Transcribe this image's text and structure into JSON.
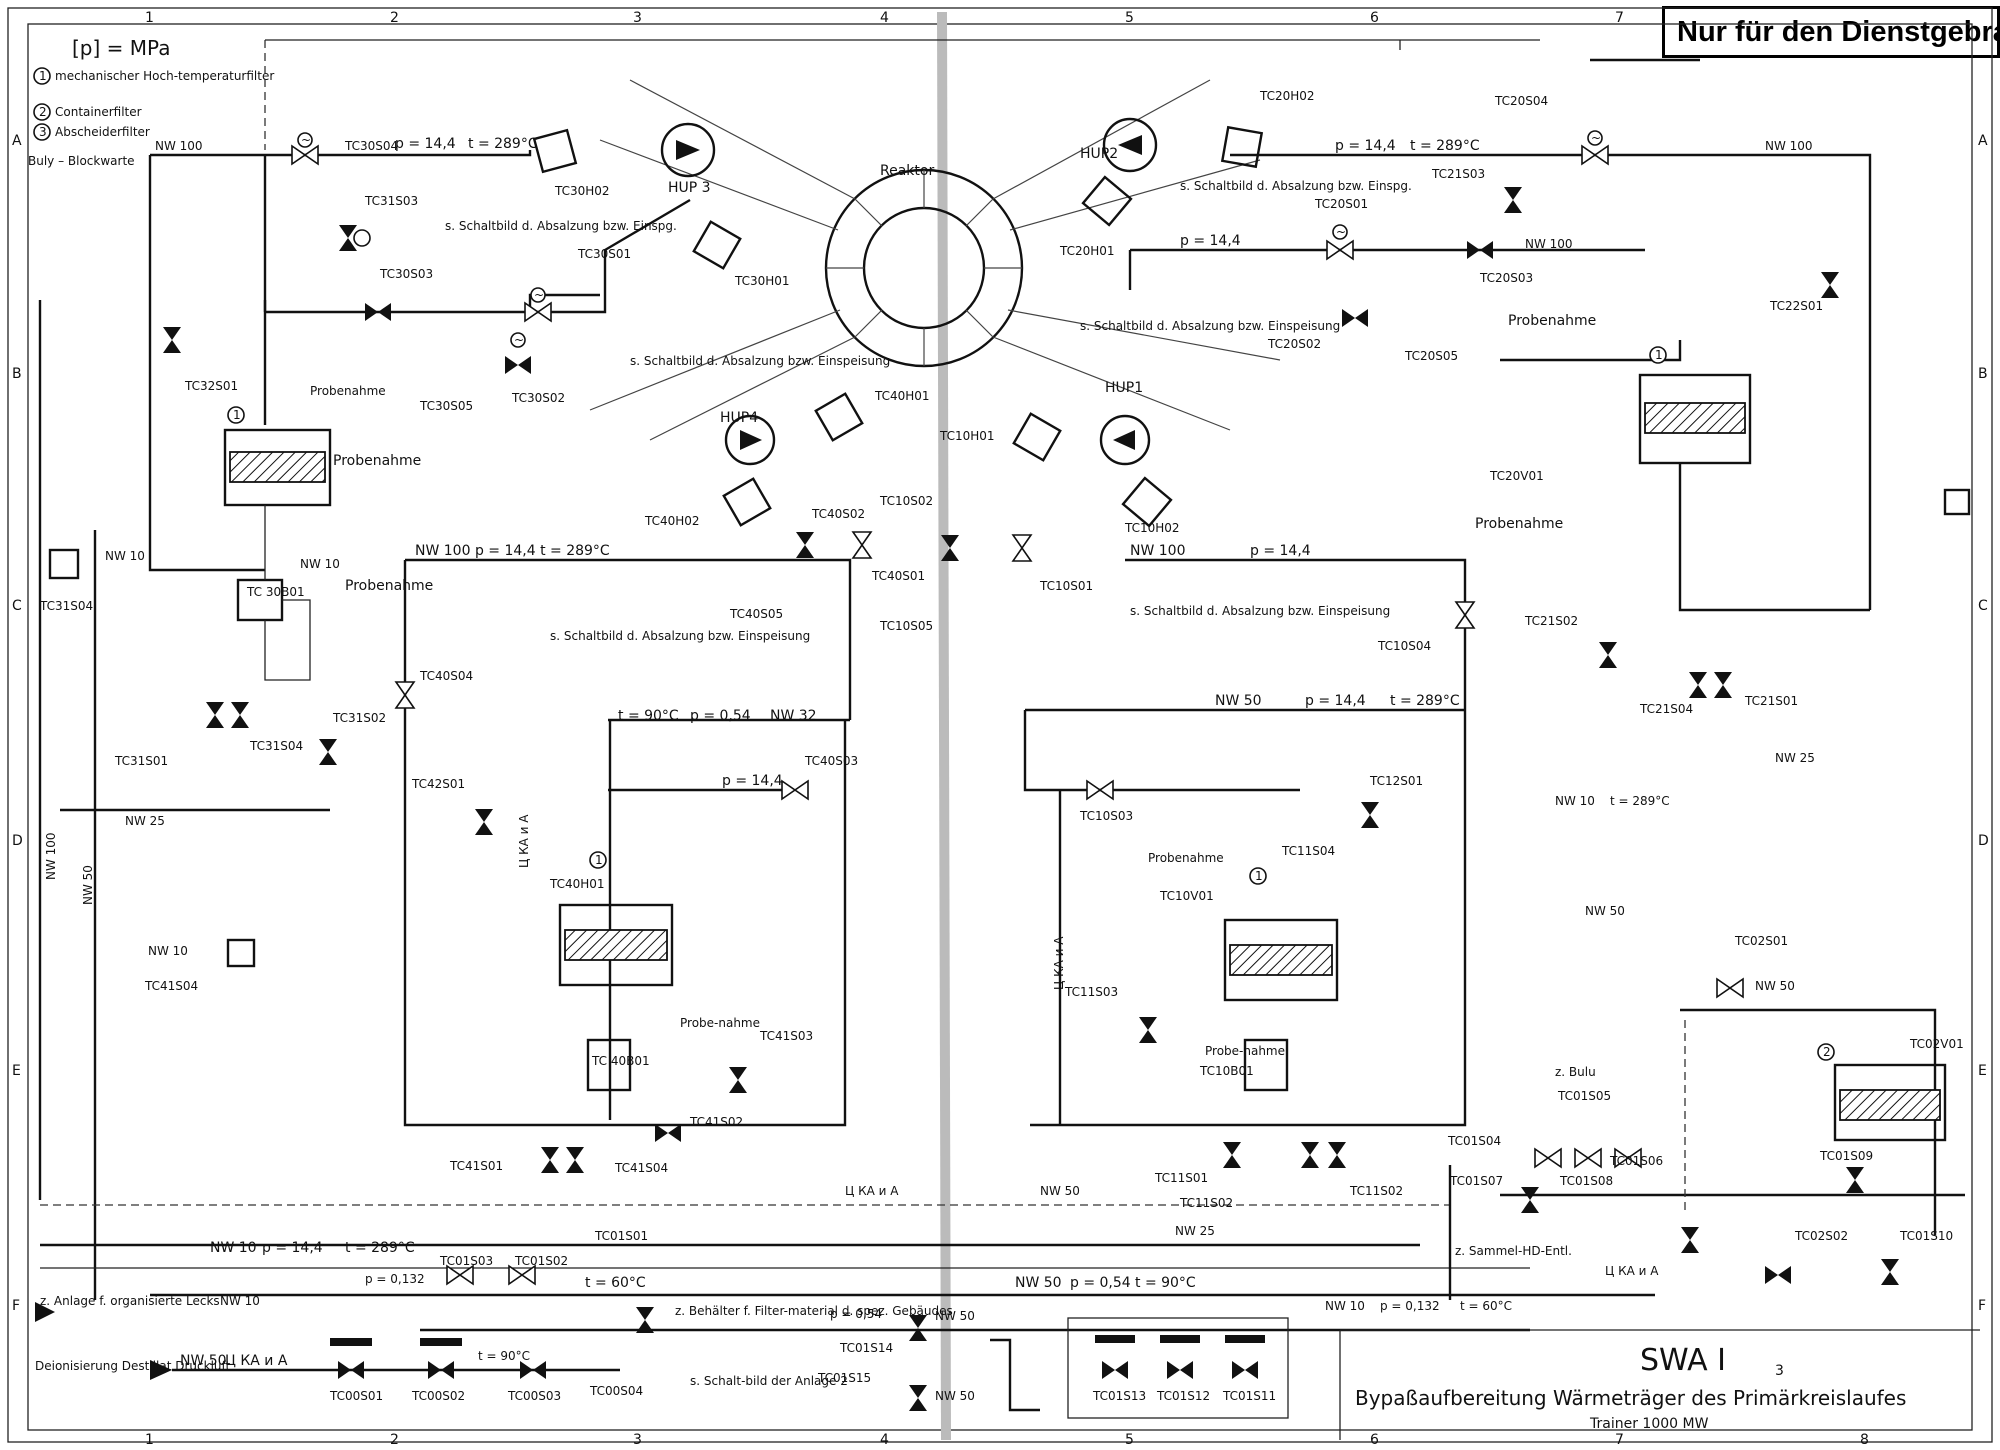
{
  "stamp": "Nur für den Dienstgebrauch",
  "grid": {
    "columns": [
      "1",
      "2",
      "3",
      "4",
      "5",
      "6",
      "7",
      "8"
    ],
    "rows": [
      "A",
      "B",
      "C",
      "D",
      "E",
      "F"
    ]
  },
  "legend": {
    "unit": "[p] = MPa",
    "items": [
      {
        "num": "1",
        "label": "mechanischer Hoch-temperaturfilter"
      },
      {
        "num": "2",
        "label": "Containerfilter"
      },
      {
        "num": "3",
        "label": "Abscheiderfilter"
      }
    ],
    "abbrev": "Bulу – Blockwarte"
  },
  "title_block": {
    "title": "SWA I",
    "sheet_no": "3",
    "subtitle": "Bypaßaufbereitung Wärmeträger des Primärkreislaufes",
    "trainer": "Trainer 1000 MW"
  },
  "pumps": {
    "hup1": "HUP1",
    "hup2": "HUP2",
    "hup3": "HUP 3",
    "hup4": "HUP4",
    "reactor": "Reaktor"
  },
  "loop_params": {
    "p_144": "p = 14,4",
    "t_289": "t = 289°C",
    "nw100": "NW 100",
    "nw50": "NW 50",
    "nw10": "NW 10",
    "nw25": "NW 25",
    "nw32": "NW 32",
    "t_90": "t = 90°C",
    "p_054": "p = 0,54",
    "p_0132": "p = 0,132",
    "t_60": "t = 60°C",
    "nw100_p": "NW 100  p = 14,4  t = 289°C"
  },
  "labels": {
    "tc30504": "TC30S04",
    "tc30h02": "TC30H02",
    "tc31s03": "TC31S03",
    "tc30s03": "TC30S03",
    "tc30s01": "TC30S01",
    "tc30h01": "TC30H01",
    "tc32s01": "TC32S01",
    "tc30s05": "TC30S05",
    "tc30s02": "TC30S02",
    "tc20h02": "TC20H02",
    "tc20h01": "TC20H01",
    "tc20s01": "TC20S01",
    "tc20s03": "TC20S03",
    "tc20s02": "TC20S02",
    "tc20s05": "TC20S05",
    "tc20s04": "TC20S04",
    "tc21s03": "TC21S03",
    "tc22s01": "TC22S01",
    "tc20v01": "TC20V01",
    "tc21s02": "TC21S02",
    "tc21s01": "TC21S01",
    "tc21s04": "TC21S04",
    "tc40h01": "TC40H01",
    "tc40h02": "TC40H02",
    "tc40s02": "TC40S02",
    "tc40s01": "TC40S01",
    "tc40s05": "TC40S05",
    "tc40s04": "TC40S04",
    "tc40s03": "TC40S03",
    "tc42s01": "TC42S01",
    "tc40h01b": "TC40H01",
    "tc41s04": "TC41S04",
    "tc41s03": "TC41S03",
    "tc41s02": "TC41S02",
    "tc41s01": "TC41S01",
    "tc40b01": "TC 40B01",
    "tc10h01": "TC10H01",
    "tc10s02": "TC10S02",
    "tc10s05": "TC10S05",
    "tc10s01": "TC10S01",
    "tc10h02": "TC10H02",
    "tc10s04": "TC10S04",
    "tc10s03": "TC10S03",
    "tc12s01": "TC12S01",
    "tc11s04": "TC11S04",
    "tc10v01": "TC10V01",
    "tc11s03": "TC11S03",
    "tc11s02": "TC11S02",
    "tc11s01": "TC11S01",
    "tc10b01": "TC10B01",
    "tc31s04": "TC31S04",
    "tc31s01": "TC31S01",
    "tc31s02": "TC31S02",
    "tc30b01": "TC 30B01",
    "tc01s01": "TC01S01",
    "tc01s02": "TC01S02",
    "tc01s03": "TC01S03",
    "tc01s04": "TC01S04",
    "tc01s05": "TC01S05",
    "tc01s06": "TC01S06",
    "tc01s07": "TC01S07",
    "tc01s08": "TC01S08",
    "tc01s09": "TC01S09",
    "tc01s10": "TC01S10",
    "tc01s11": "TC01S11",
    "tc01s12": "TC01S12",
    "tc01s13": "TC01S13",
    "tc01s14": "TC01S14",
    "tc01s15": "TC01S15",
    "tc02s01": "TC02S01",
    "tc02s02": "TC02S02",
    "tc02v01": "TC02V01",
    "tc00s01": "TC00S01",
    "tc00s02": "TC00S02",
    "tc00s03": "TC00S03",
    "tc00s04": "TC00S04",
    "probenahme": "Probenahme",
    "probe_nahme": "Probe-nahme",
    "schaltbild1": "s. Schaltbild d. Absalzung bzw. Einspeisung",
    "schaltbild_short": "s. Schaltbild d. Absalzung bzw. Einspg.",
    "schaltbild_bottom": "s. Schalt-bild der Anlage 2",
    "behaelter": "z. Behälter f. Filter-material d. spez. Gebäudes",
    "anlage": "z. Anlage f. organisierte Lecks",
    "deion": "Deionisierung Destillat Druckluft",
    "sammel": "z. Sammel-HD-Entl.",
    "z_bulu": "z. Bulu",
    "ukaua": "Ц КА и A"
  }
}
